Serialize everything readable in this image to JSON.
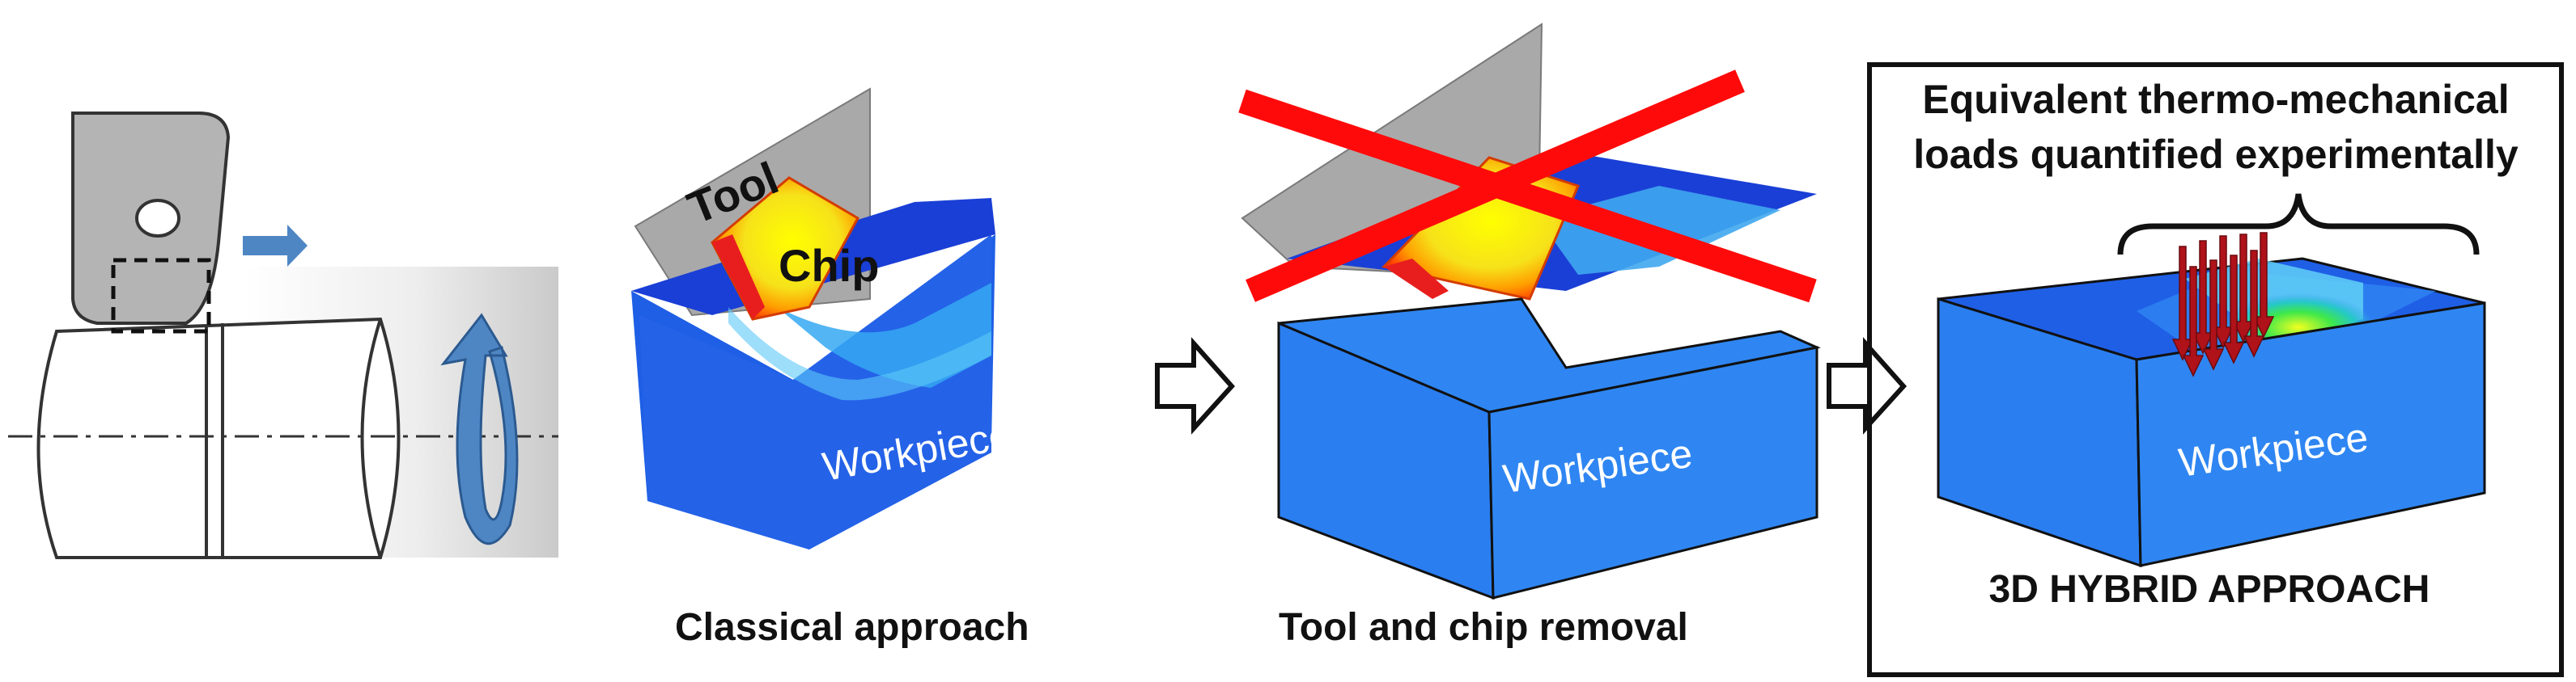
{
  "panels": {
    "classical": {
      "tool_label": "Tool",
      "chip_label": "Chip",
      "workpiece_label": "Workpiece",
      "caption": "Classical approach"
    },
    "removal": {
      "workpiece_label": "Workpiece",
      "caption": "Tool and chip removal"
    },
    "hybrid": {
      "heading_line1": "Equivalent thermo-mechanical",
      "heading_line2": "loads quantified experimentally",
      "workpiece_label": "Workpiece",
      "caption": "3D HYBRID APPROACH"
    }
  },
  "colors": {
    "workpiece_blue": "#1f5fe6",
    "workpiece_light_blue": "#2f86f2",
    "tool_gray": "#a9a9a9",
    "cross_red": "#ff0a0a",
    "load_arrow": "#b0121a",
    "rotation_arrow": "#4e86c4"
  }
}
